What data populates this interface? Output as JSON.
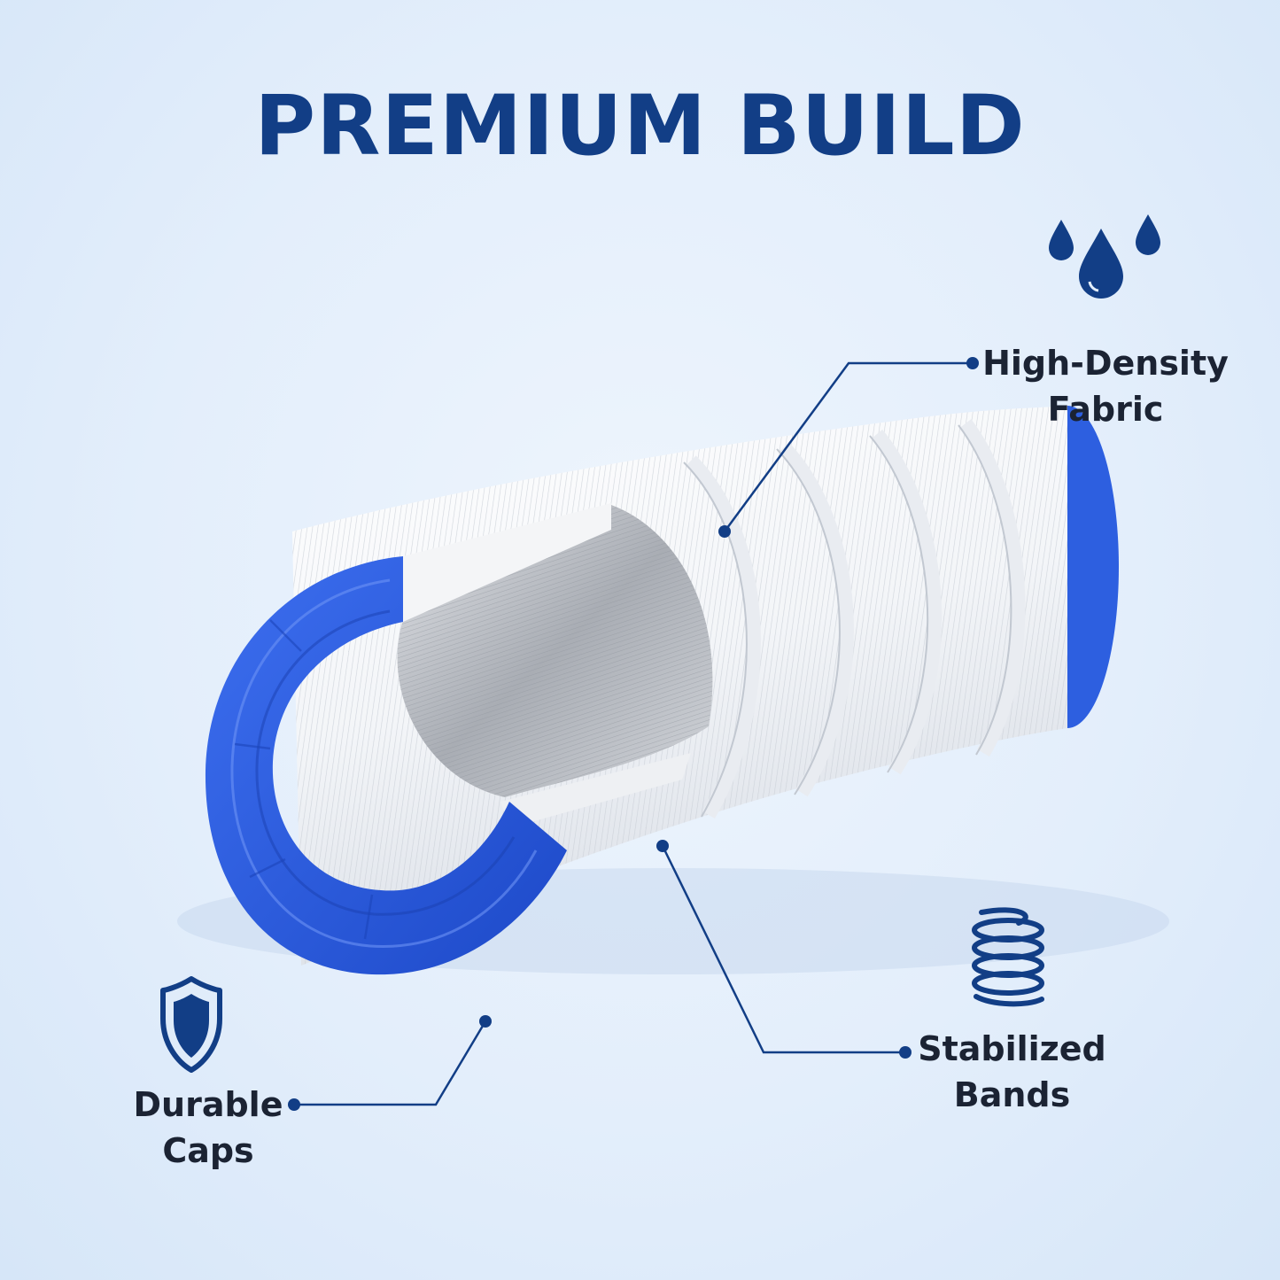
{
  "title": "PREMIUM BUILD",
  "callouts": {
    "high_density": {
      "line1": "High-Density",
      "line2": "Fabric",
      "icon": "water-drops-icon"
    },
    "stabilized": {
      "line1": "Stabilized",
      "line2": "Bands",
      "icon": "coil-spring-icon"
    },
    "durable": {
      "line1": "Durable",
      "line2": "Caps",
      "icon": "shield-icon"
    }
  },
  "colors": {
    "title": "#123e86",
    "accent": "#123e86",
    "cap_blue": "#2d5fe0",
    "text": "#1b2333"
  }
}
